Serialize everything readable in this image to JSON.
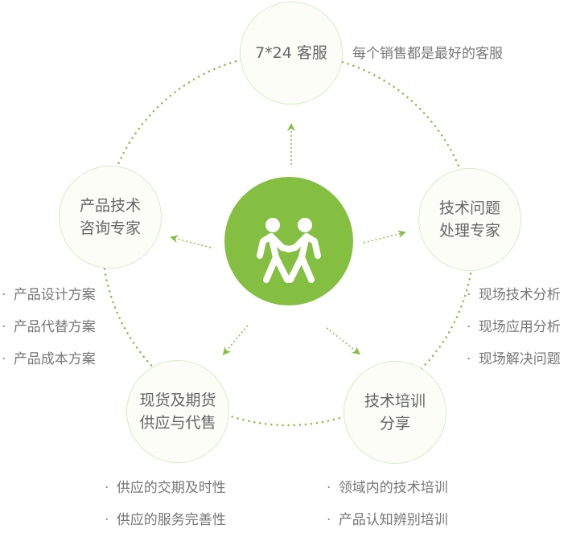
{
  "accent_color": "#84bf42",
  "center": {
    "icon": "handshake-people-icon"
  },
  "nodes": {
    "top": {
      "line1": "7*24 客服",
      "tagline": "每个销售都是最好的客服"
    },
    "right": {
      "line1": "技术问题",
      "line2": "处理专家",
      "items": [
        "现场技术分析",
        "现场应用分析",
        "现场解决问题"
      ]
    },
    "left": {
      "line1": "产品技术",
      "line2": "咨询专家",
      "items": [
        "产品设计方案",
        "产品代替方案",
        "产品成本方案"
      ]
    },
    "bottom_left": {
      "line1": "现货及期货",
      "line2": "供应与代售",
      "items": [
        "供应的交期及时性",
        "供应的服务完善性"
      ]
    },
    "bottom_right": {
      "line1": "技术培训",
      "line2": "分享",
      "items": [
        "领域内的技术培训",
        "产品认知辨别培训"
      ]
    }
  }
}
